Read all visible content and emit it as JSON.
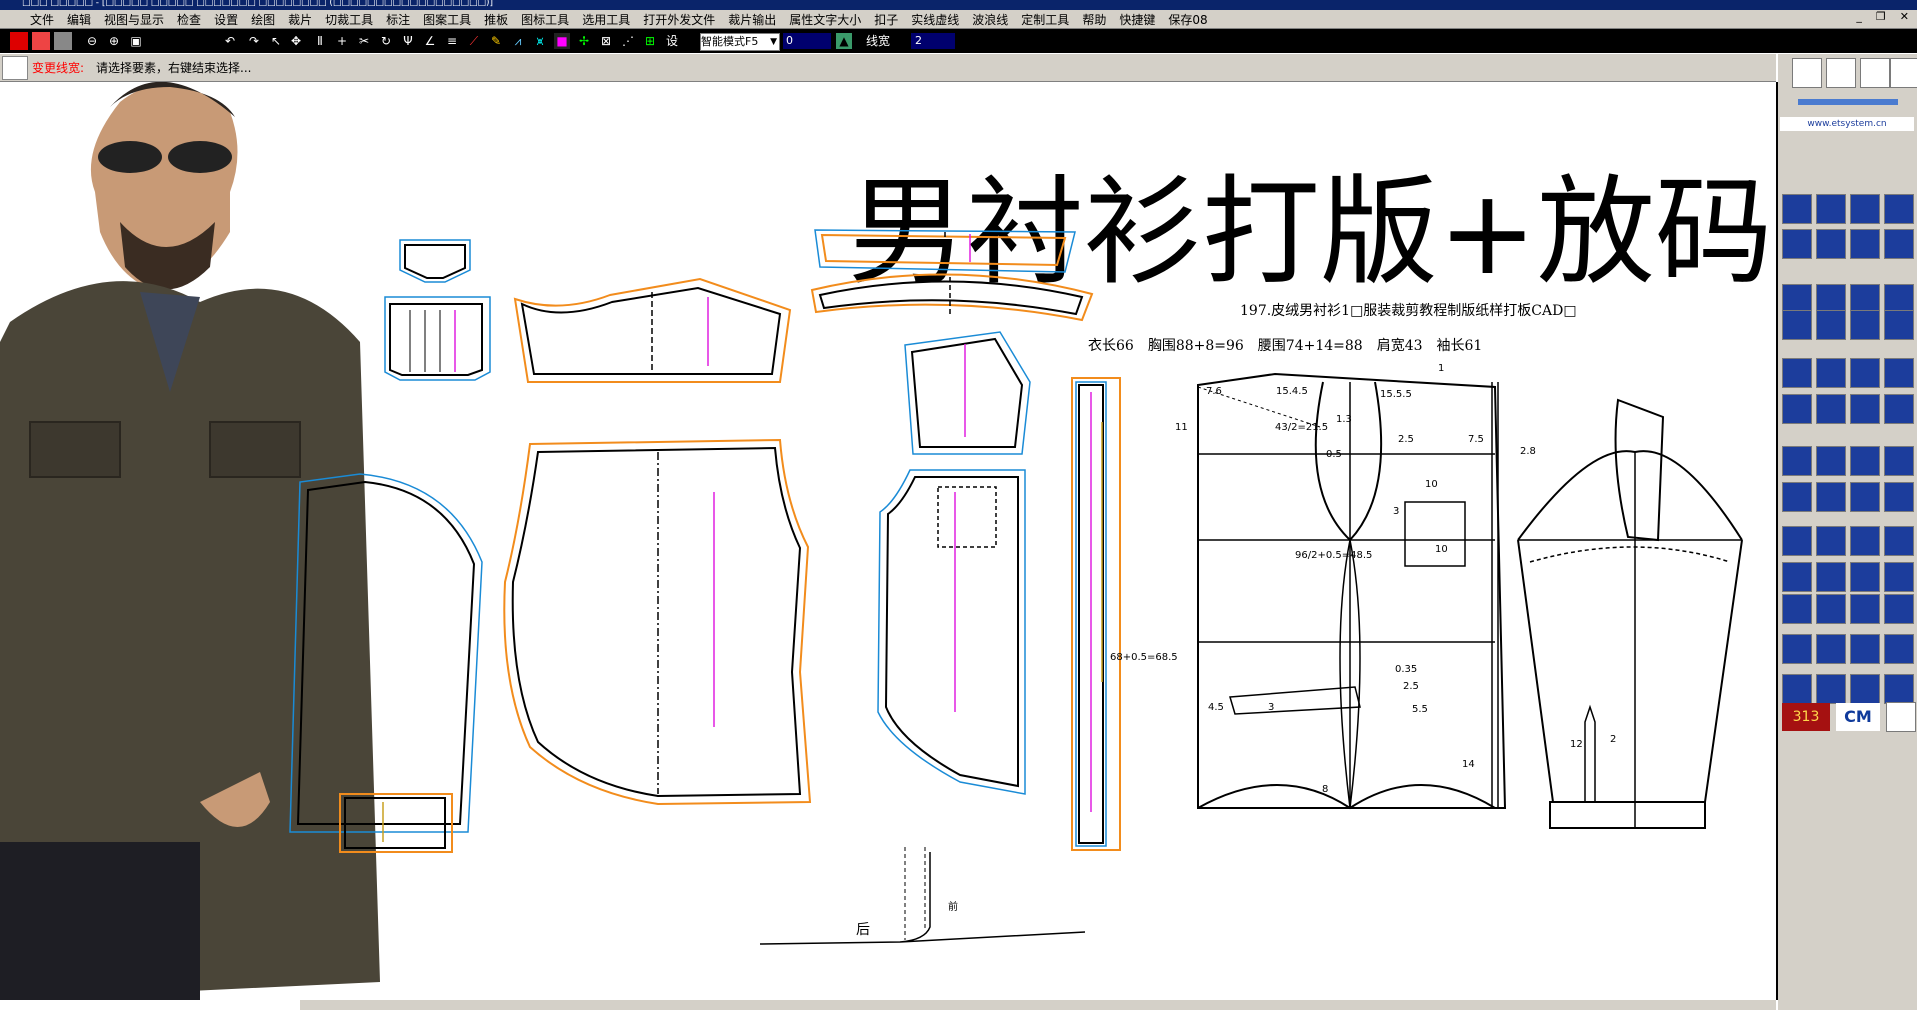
{
  "window": {
    "title": "□□□ □□□□□ - [□□□□□ □□□□□ □□□□□□□ □□□□□□□□ (□□□□□□□□□□□□□□□□□□)]"
  },
  "menu": {
    "items": [
      "文件",
      "编辑",
      "视图与显示",
      "检查",
      "设置",
      "绘图",
      "裁片",
      "切裁工具",
      "标注",
      "图案工具",
      "推板",
      "图标工具",
      "选用工具",
      "打开外发文件",
      "裁片输出",
      "属性文字大小",
      "扣子",
      "实线虚线",
      "波浪线",
      "定制工具",
      "帮助",
      "快捷键",
      "保存08"
    ]
  },
  "toolbar": {
    "mode_select": "智能模式F5",
    "value_field": "0",
    "line_width_label": "线宽",
    "line_width_value": "2"
  },
  "status": {
    "label": "变更线宽:",
    "message": "请选择要素，右键结束选择..."
  },
  "canvas": {
    "headline": "男衬衫打版+放码",
    "subtitle": "197.皮绒男衬衫1□服装裁剪教程制版纸样打板CAD□",
    "measurements": "衣长66　胸围88+8=96　腰围74+14=88　肩宽43　袖长61",
    "labels": {
      "a": "7.6",
      "b": "15.4.5",
      "c": "15.5.5",
      "d": "1",
      "e": "11",
      "f": "43/2=21.5",
      "g": "1.3",
      "h": "0.5",
      "i": "2.5",
      "j": "7.5",
      "k": "2.8",
      "l": "10",
      "m": "3",
      "n": "10",
      "o": "96/2+0.5=48.5",
      "p": "0.35",
      "q": "2.5",
      "r": "5.5",
      "s": "4.5",
      "t": "3",
      "u": "14",
      "v": "8",
      "w": "12",
      "x": "2",
      "y": "68+0.5=68.5",
      "z": "后",
      "aa": "前"
    }
  },
  "right_panel": {
    "site": "www.etsystem.cn",
    "counter": "313",
    "unit": "CM"
  },
  "colors": {
    "cut_line": "#f28c1c",
    "seam_line": "#1a8bd6",
    "grain_line": "#e020e0",
    "titlebar": "#0a246a",
    "panel_button": "#1c3d9c"
  }
}
